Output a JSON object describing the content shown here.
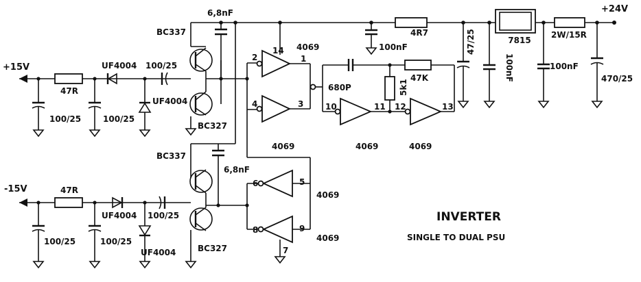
{
  "title": "INVERTER",
  "subtitle": "SINGLE TO DUAL PSU",
  "rails": {
    "pos24": "+24V",
    "pos15": "+15V",
    "neg15": "-15V"
  },
  "parts": {
    "cap_top": "6,8nF",
    "cap_mid": "6,8nF",
    "q_top_npn": "BC337",
    "q_top_pnp": "BC327",
    "q_bot_npn": "BC337",
    "q_bot_pnp": "BC327",
    "res_top_in": "47R",
    "res_bot_in": "47R",
    "diode_top_a": "UF4004",
    "diode_top_b": "UF4004",
    "diode_bot_a": "UF4004",
    "diode_bot_b": "UF4004",
    "cap_top_100_a": "100/25",
    "cap_top_100_b": "100/25",
    "cap_top_100_c": "100/25",
    "cap_bot_100_a": "100/25",
    "cap_bot_100_b": "100/25",
    "cap_bot_100_c": "100/25",
    "res_4r7": "4R7",
    "cap_100nf_a": "100nF",
    "cap_47_25": "47/25",
    "reg_7815": "7815",
    "cap_100nf_b": "100nF",
    "res_2w15r": "2W/15R",
    "cap_100nf_c": "100nF",
    "cap_470_25": "470/25",
    "cap_680p": "680P",
    "res_47k": "47K",
    "res_5k1": "5k1",
    "ic_a": "4069",
    "ic_b": "4069",
    "ic_c": "4069",
    "ic_d": "4069",
    "ic_e": "4069",
    "ic_f": "4069"
  },
  "pins": {
    "p1": "1",
    "p2": "2",
    "p3": "3",
    "p4": "4",
    "p5": "5",
    "p6": "6",
    "p7": "7",
    "p8": "8",
    "p9": "9",
    "p10": "10",
    "p11": "11",
    "p12": "12",
    "p13": "13",
    "p14": "14"
  }
}
